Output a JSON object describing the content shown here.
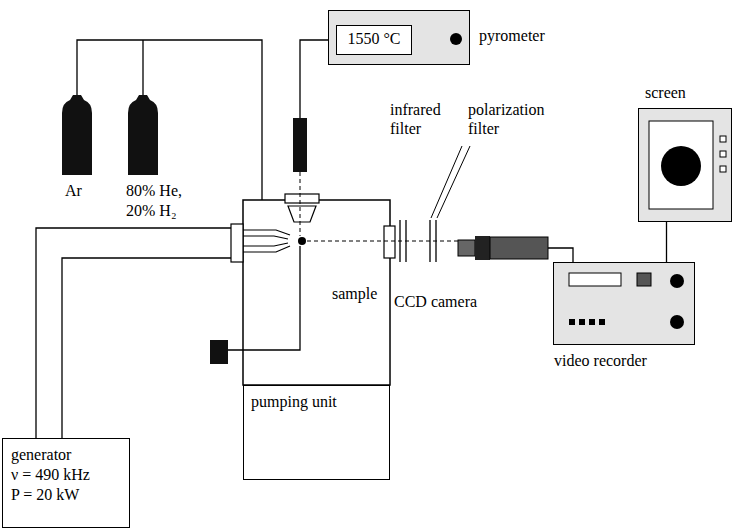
{
  "diagram": {
    "nodes": [
      {
        "text": [
          "pyrometer"
        ]
      },
      {
        "text": [
          "1550 °C"
        ],
        "in": 0
      },
      {
        "text": [
          "Ar"
        ]
      },
      {
        "text": [
          "80% He, 20% H₂"
        ]
      },
      {
        "text": [
          "pumping unit"
        ]
      },
      {
        "text": [
          "CCD camera"
        ]
      },
      {
        "text": [
          "screen"
        ]
      },
      {
        "text": [
          "video recorder"
        ]
      },
      {
        "text": [
          "generator",
          "ν = 490 kHz",
          "P = 20 kW"
        ]
      }
    ],
    "edges": [
      {
        "from": 5,
        "to": 7,
        "arrow": "none"
      },
      {
        "from": 6,
        "to": 7,
        "arrow": "none"
      }
    ],
    "labels": [
      "infrared filter",
      "polarization filter",
      "sample"
    ]
  }
}
